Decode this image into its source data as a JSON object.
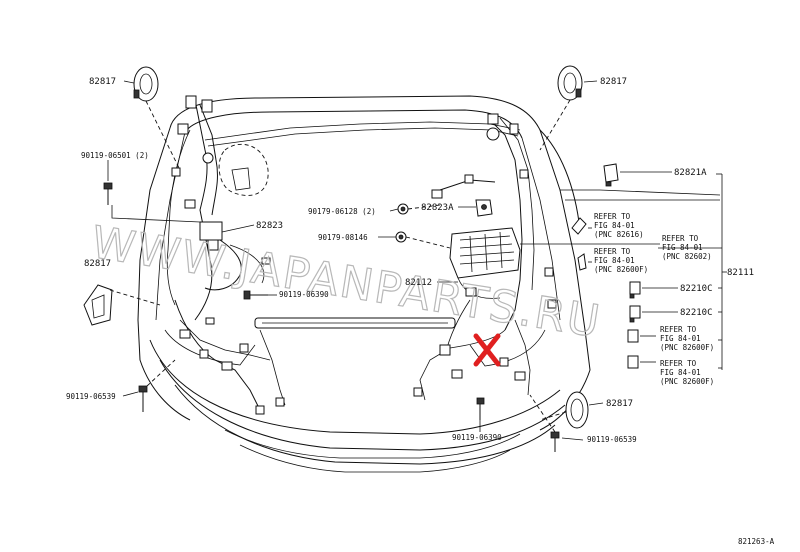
{
  "diagram": {
    "labels": {
      "l82817_tl": "82817",
      "l82817_tr": "82817",
      "l82817_ml": "82817",
      "l82817_br": "82817",
      "l90119_06501": "90119-06501 (2)",
      "l90179_06128": "90179-06128 (2)",
      "l82823A": "82823A",
      "l90179_08146": "90179-08146",
      "l82823": "82823",
      "l82112": "82112",
      "l90119_06390_a": "90119-06390",
      "l90119_06390_b": "90119-06390",
      "l90119_06539_l": "90119-06539",
      "l90119_06539_r": "90119-06539",
      "l82821A": "82821A",
      "l82111": "82111",
      "l82210C_1": "82210C",
      "l82210C_2": "82210C",
      "l821263A": "821263-A"
    },
    "refer_blocks": [
      {
        "line1": "REFER TO",
        "line2": "FIG 84-01",
        "line3": "(PNC 82616)"
      },
      {
        "line1": "REFER TO",
        "line2": "FIG 84-01",
        "line3": "(PNC 82602)"
      },
      {
        "line1": "REFER TO",
        "line2": "FIG 84-01",
        "line3": "(PNC 82600F)"
      },
      {
        "line1": "REFER TO",
        "line2": "FIG 84-01",
        "line3": "(PNC 82600F)"
      },
      {
        "line1": "REFER TO",
        "line2": "FIG 84-01",
        "line3": "(PNC 82600F)"
      }
    ],
    "watermark": "WWW.JAPANPARTS.RU",
    "mark_color": "#e02020",
    "accent_color": "#111111"
  }
}
